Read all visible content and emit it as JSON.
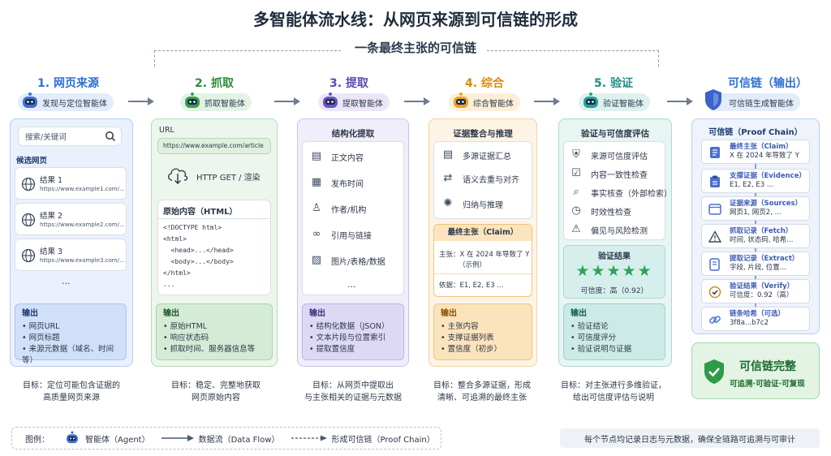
{
  "title": "多智能体流水线：从网页来源到可信链的形成",
  "subtitle": "一条最终主张的可信链",
  "stages": [
    {
      "title": "1. 网页来源",
      "agent": "发现与定位智能体",
      "color": "#2f6fd6"
    },
    {
      "title": "2. 抓取",
      "agent": "抓取智能体",
      "color": "#2e8b3d"
    },
    {
      "title": "3. 提取",
      "agent": "提取智能体",
      "color": "#5b4bb0"
    },
    {
      "title": "4. 综合",
      "agent": "综合智能体",
      "color": "#d98a10"
    },
    {
      "title": "5. 验证",
      "agent": "验证智能体",
      "color": "#1f8f86"
    },
    {
      "title": "可信链（输出）",
      "agent": "可信链生成智能体",
      "color": "#2f6fd6"
    }
  ],
  "source": {
    "search_placeholder": "搜索/关键词",
    "candidates_label": "候选网页",
    "results": [
      {
        "name": "结果 1",
        "url": "https://www.example1.com/..."
      },
      {
        "name": "结果 2",
        "url": "https://www.example2.com/..."
      },
      {
        "name": "结果 3",
        "url": "https://www.example3.com/..."
      }
    ],
    "more": "...",
    "output_title": "输出",
    "outputs": [
      "• 网页URL",
      "• 网页标题",
      "• 来源元数据（域名、时间等）"
    ],
    "goal": [
      "目标：定位可能包含证据的",
      "高质量网页来源"
    ]
  },
  "fetch": {
    "url_label": "URL",
    "url_value": "https://www.example.com/article",
    "http_label": "HTTP GET / 渲染",
    "raw_title": "原始内容（HTML）",
    "code": [
      "<!DOCTYPE html>",
      "<html>",
      "  <head>...</head>",
      "  <body>...</body>",
      "</html>",
      "..."
    ],
    "output_title": "输出",
    "outputs": [
      "• 原始HTML",
      "• 响应状态码",
      "• 抓取时间、服务器信息等"
    ],
    "goal": [
      "目标：稳定、完整地获取",
      "网页原始内容"
    ]
  },
  "extract": {
    "box_title": "结构化提取",
    "items": [
      "正文内容",
      "发布时间",
      "作者/机构",
      "引用与链接",
      "图片/表格/数据"
    ],
    "more": "...",
    "output_title": "输出",
    "outputs": [
      "• 结构化数据（JSON）",
      "• 文本片段与位置索引",
      "• 提取置信度"
    ],
    "goal": [
      "目标：从网页中提取出",
      "与主张相关的证据与元数据"
    ]
  },
  "synth": {
    "box_title": "证据整合与推理",
    "items": [
      "多源证据汇总",
      "语义去重与对齐",
      "归纳与推理"
    ],
    "claim_title": "最终主张（Claim）",
    "claim_text": [
      "主张：X 在 2024 年导致了 Y",
      "（示例）"
    ],
    "basis": "依据：E1, E2, E3 ...",
    "output_title": "输出",
    "outputs": [
      "• 主张内容",
      "• 支撑证据列表",
      "• 置信度（初步）"
    ],
    "goal": [
      "目标：整合多源证据，形成",
      "清晰、可追溯的最终主张"
    ]
  },
  "verify": {
    "box_title": "验证与可信度评估",
    "items": [
      "来源可信度评估",
      "内容一致性检查",
      "事实核查（外部检索）",
      "时效性检查",
      "偏见与风险检测"
    ],
    "result_title": "验证结果",
    "stars": 5,
    "confidence": "可信度：高（0.92）",
    "output_title": "输出",
    "outputs": [
      "• 验证结论",
      "• 可信度评分",
      "• 验证说明与证据"
    ],
    "goal": [
      "目标：对主张进行多维验证，",
      "给出可信度评估与说明"
    ]
  },
  "chain": {
    "box_title": "可信链（Proof Chain）",
    "items": [
      {
        "t": "最终主张（Claim）",
        "d": "X 在 2024 年导致了 Y"
      },
      {
        "t": "支撑证据（Evidence）",
        "d": "E1, E2, E3 ..."
      },
      {
        "t": "证据来源（Sources）",
        "d": "网页1, 网页2, ..."
      },
      {
        "t": "抓取记录（Fetch）",
        "d": "时间, 状态码, 哈希..."
      },
      {
        "t": "提取记录（Extract）",
        "d": "字段, 片段, 位置..."
      },
      {
        "t": "验证结果（Verify）",
        "d": "可信度：0.92（高）"
      },
      {
        "t": "链条哈希（可选）",
        "d": "3f8a...b7c2"
      }
    ],
    "done_title": "可信链完整",
    "done_sub": "可追溯·可验证·可复现"
  },
  "legend": {
    "label": "图例：",
    "agent": "智能体（Agent）",
    "flow": "数据流（Data Flow）",
    "chain": "形成可信链（Proof Chain）"
  },
  "footnote": "每个节点均记录日志与元数据，确保全链路可追溯与可审计"
}
